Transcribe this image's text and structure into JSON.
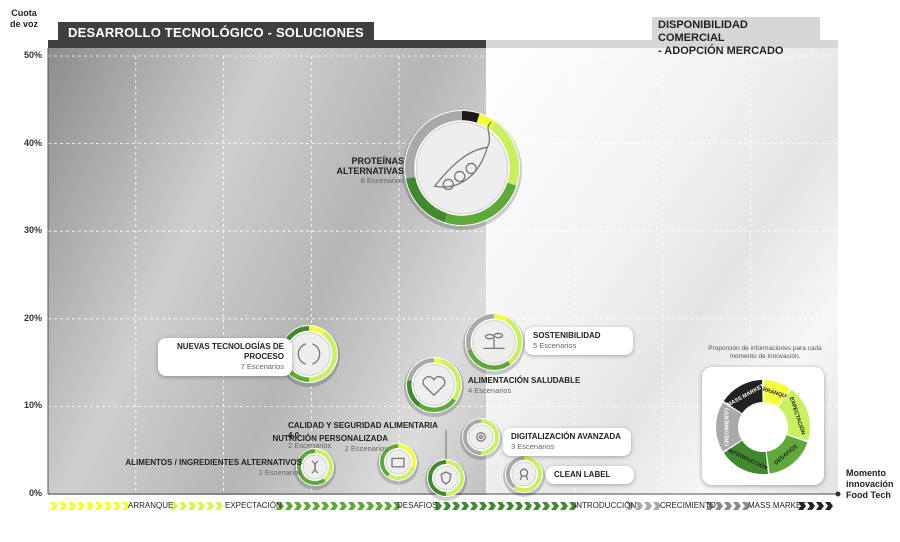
{
  "y_axis_label": "Cuota\nde voz",
  "x_axis_label": "Momento\ninnovación\nFood Tech",
  "y_ticks": [
    "50%",
    "40%",
    "30%",
    "20%",
    "10%",
    "0%"
  ],
  "banner_left": "DESARROLLO TECNOLÓGICO - SOLUCIONES",
  "banner_right": "DISPONIBILIDAD COMERCIAL\n- ADOPCIÓN MERCADO",
  "stages": [
    "ARRANQUE",
    "EXPECTACIÓN",
    "DESAFIOS",
    "INTRODUCCIÓN",
    "CRECIMIENTO",
    "MASS MARKET"
  ],
  "legend": {
    "text": "Proporción de informaciones para cada momento de innovación.",
    "segments": [
      {
        "label": "ARRANQUE",
        "color": "#f2ff3a"
      },
      {
        "label": "EXPECTACIÓN",
        "color": "#c9f060"
      },
      {
        "label": "DESAFIOS",
        "color": "#5fa83a"
      },
      {
        "label": "INTRODUCCIÓN",
        "color": "#3f8a2c"
      },
      {
        "label": "CRECIMIENTO",
        "color": "#a9a9a9"
      },
      {
        "label": "MASS MARKET",
        "color": "#222222"
      }
    ]
  },
  "chart_data": {
    "type": "bubble",
    "ylabel": "Cuota de voz",
    "xlabel": "Momento innovación Food Tech",
    "ylim": [
      0,
      50
    ],
    "grid": true,
    "series": [
      {
        "name": "PROTEÍNAS ALTERNATIVAS",
        "scenarios": "8 Escenarios",
        "y": 37,
        "x": "DESAFIOS"
      },
      {
        "name": "NUEVAS TECNOLOGÍAS DE PROCESO",
        "scenarios": "7 Escenarios",
        "y": 15.5,
        "x": "EXPECTACIÓN"
      },
      {
        "name": "SOSTENIBILIDAD",
        "scenarios": "5 Escenarios",
        "y": 17.5,
        "x": "INTRODUCCIÓN"
      },
      {
        "name": "ALIMENTACIÓN SALUDABLE",
        "scenarios": "4 Escenarios",
        "y": 12.5,
        "x": "DESAFIOS"
      },
      {
        "name": "CALIDAD Y SEGURIDAD ALIMENTARIA 4.0",
        "scenarios": "2 Escenarios",
        "y": 3.5,
        "x": "DESAFIOS"
      },
      {
        "name": "NUTRICIÓN PERSONALIZADA",
        "scenarios": "2 Escenarios",
        "y": 3.5,
        "x": "DESAFIOS"
      },
      {
        "name": "ALIMENTOS / INGREDIENTES ALTERNATIVOS",
        "scenarios": "2 Escenarios",
        "y": 3,
        "x": "EXPECTACIÓN"
      },
      {
        "name": "DIGITALIZACIÓN AVANZADA",
        "scenarios": "3 Escenarios",
        "y": 6.5,
        "x": "INTRODUCCIÓN"
      },
      {
        "name": "CLEAN LABEL",
        "scenarios": "",
        "y": 2,
        "x": "INTRODUCCIÓN"
      }
    ]
  }
}
